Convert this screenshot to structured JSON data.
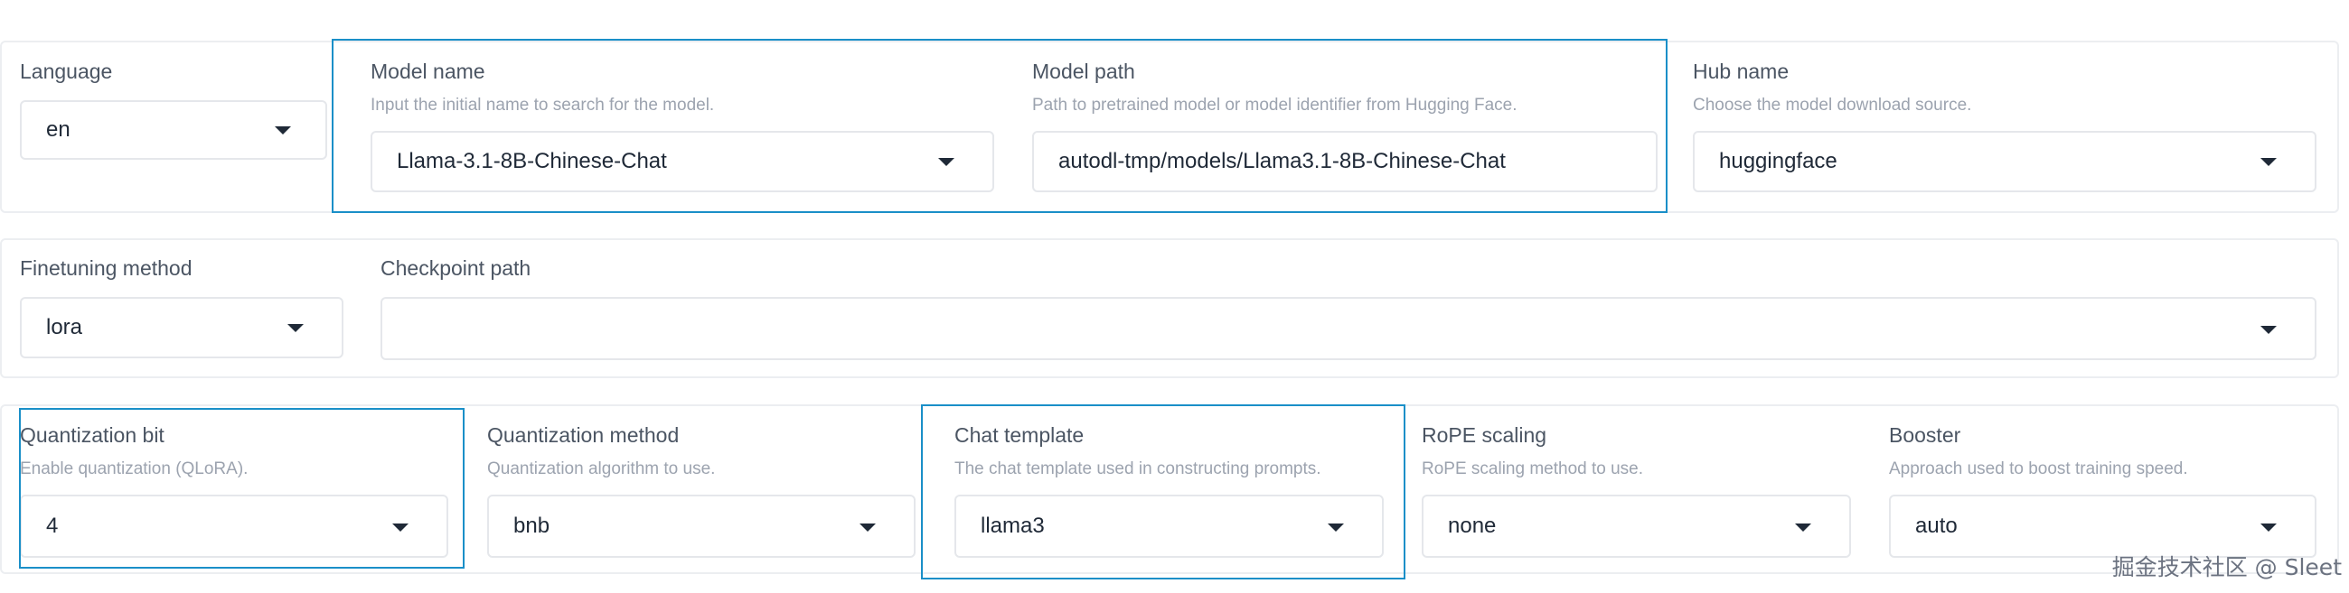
{
  "row1": {
    "language": {
      "label": "Language",
      "value": "en"
    },
    "model_name": {
      "label": "Model name",
      "info": "Input the initial name to search for the model.",
      "value": "Llama-3.1-8B-Chinese-Chat"
    },
    "model_path": {
      "label": "Model path",
      "info": "Path to pretrained model or model identifier from Hugging Face.",
      "value": "autodl-tmp/models/Llama3.1-8B-Chinese-Chat"
    },
    "hub_name": {
      "label": "Hub name",
      "info": "Choose the model download source.",
      "value": "huggingface"
    }
  },
  "row2": {
    "finetuning_method": {
      "label": "Finetuning method",
      "value": "lora"
    },
    "checkpoint_path": {
      "label": "Checkpoint path",
      "value": ""
    }
  },
  "row3": {
    "quantization_bit": {
      "label": "Quantization bit",
      "info": "Enable quantization (QLoRA).",
      "value": "4"
    },
    "quantization_method": {
      "label": "Quantization method",
      "info": "Quantization algorithm to use.",
      "value": "bnb"
    },
    "chat_template": {
      "label": "Chat template",
      "info": "The chat template used in constructing prompts.",
      "value": "llama3"
    },
    "rope_scaling": {
      "label": "RoPE scaling",
      "info": "RoPE scaling method to use.",
      "value": "none"
    },
    "booster": {
      "label": "Booster",
      "info": "Approach used to boost training speed.",
      "value": "auto"
    }
  },
  "watermark": "掘金技术社区 @ Sleet",
  "colors": {
    "highlight": "#1a8fc8",
    "border": "#e5e7eb",
    "label": "#4b5563",
    "info": "#9ca3af"
  }
}
